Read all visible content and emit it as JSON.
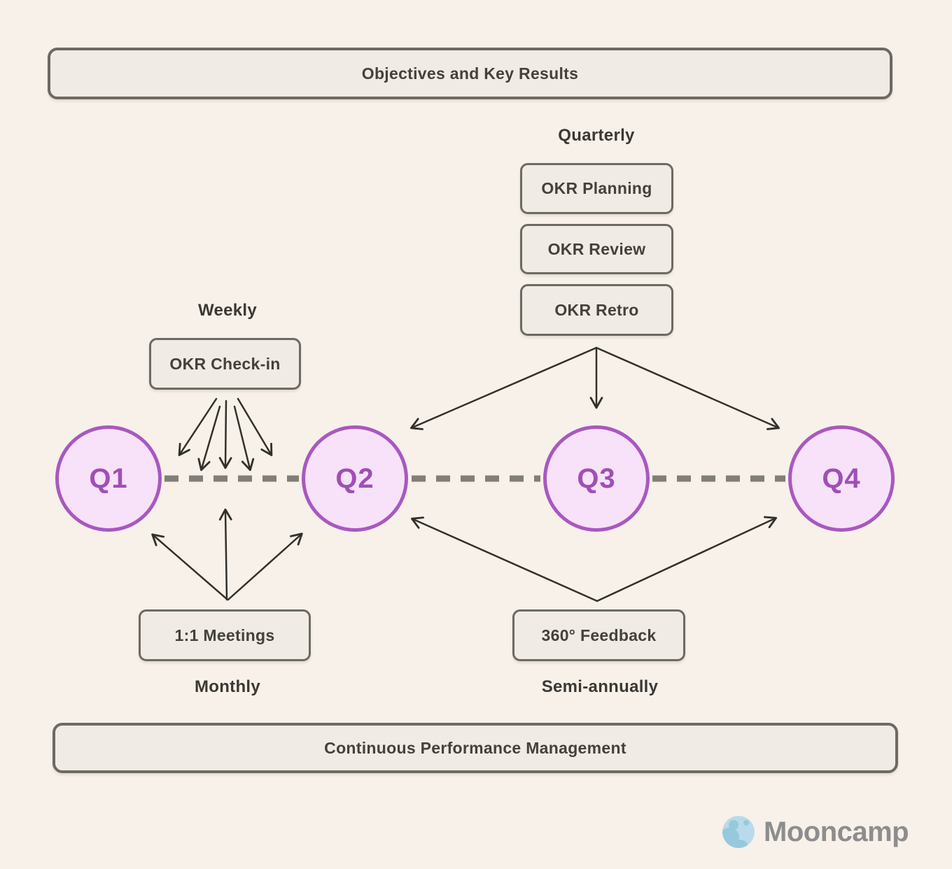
{
  "diagram": {
    "top_banner": "Objectives and Key Results",
    "bottom_banner": "Continuous Performance Management",
    "quarters": [
      "Q1",
      "Q2",
      "Q3",
      "Q4"
    ],
    "cadences": {
      "quarterly": {
        "label": "Quarterly",
        "activities": [
          "OKR Planning",
          "OKR Review",
          "OKR Retro"
        ]
      },
      "weekly": {
        "label": "Weekly",
        "activity": "OKR Check-in"
      },
      "monthly": {
        "label": "Monthly",
        "activity": "1:1 Meetings"
      },
      "semi_annually": {
        "label": "Semi-annually",
        "activity": "360° Feedback"
      }
    },
    "logo": {
      "text": "Mooncamp",
      "icon": "moon-icon"
    },
    "colors": {
      "background": "#f7f1ea",
      "node_fill": "#f0ebe4",
      "node_border": "#6d6963",
      "node_text": "#44413c",
      "quarter_fill": "#f8e2fa",
      "quarter_border": "#a958bf",
      "quarter_text": "#a04fb5",
      "timeline_dash": "#817d77",
      "arrow": "#33302b",
      "logo_text": "#8d8d8d",
      "moon_base": "#b9dbe9",
      "moon_shade": "#96c9dc"
    }
  }
}
